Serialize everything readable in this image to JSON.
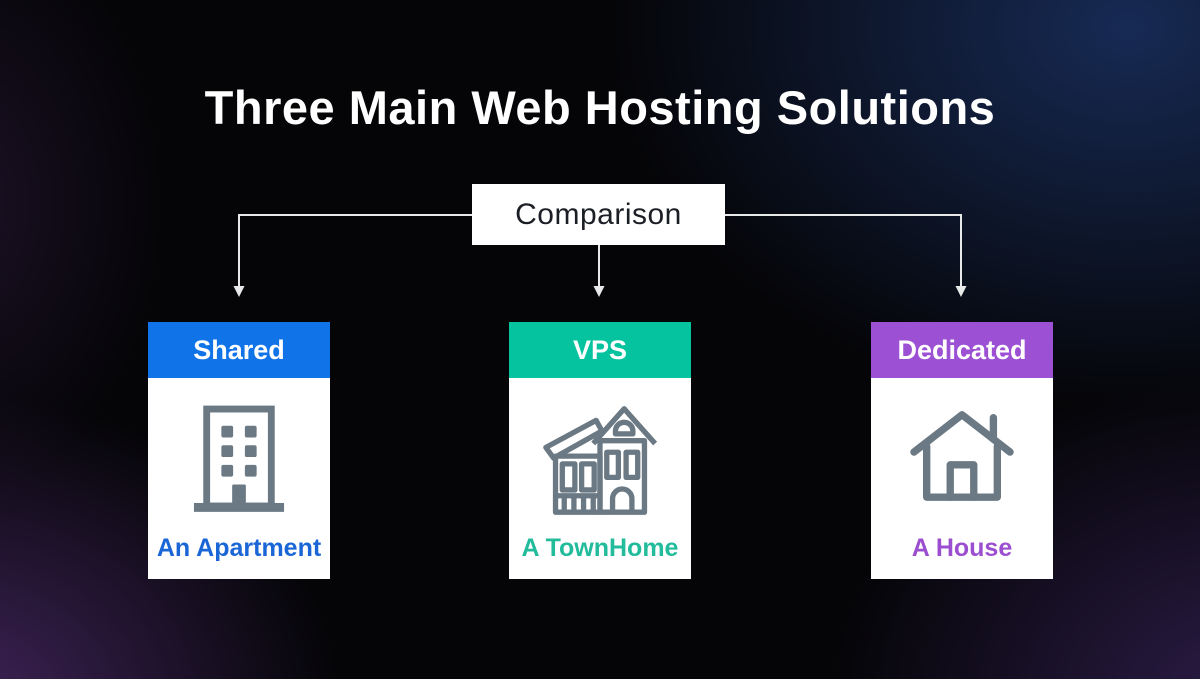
{
  "title": "Three Main Web Hosting Solutions",
  "comparison": {
    "label": "Comparison",
    "bg_color": "#ffffff",
    "text_color": "#1b1e24"
  },
  "connector": {
    "color": "#e8eaea"
  },
  "cards": [
    {
      "header": "Shared",
      "label": "An Apartment",
      "header_color": "#1173e8",
      "label_color": "#1b66d6",
      "icon": "apartment-building-icon"
    },
    {
      "header": "VPS",
      "label": "A TownHome",
      "header_color": "#05c39e",
      "label_color": "#22bc9c",
      "icon": "townhome-icon"
    },
    {
      "header": "Dedicated",
      "label": "A House",
      "header_color": "#9c50d4",
      "label_color": "#9b4fd0",
      "icon": "house-icon"
    }
  ],
  "colors": {
    "canvas_base": "#050508",
    "glow_top_right": "#182c58",
    "glow_bottom_left": "#42255c",
    "glow_bottom_right": "#2f1e4c",
    "card_bg": "#ffffff",
    "header_text": "#ffffff",
    "title_text": "#ffffff",
    "icon_stroke": "#6b7984"
  }
}
